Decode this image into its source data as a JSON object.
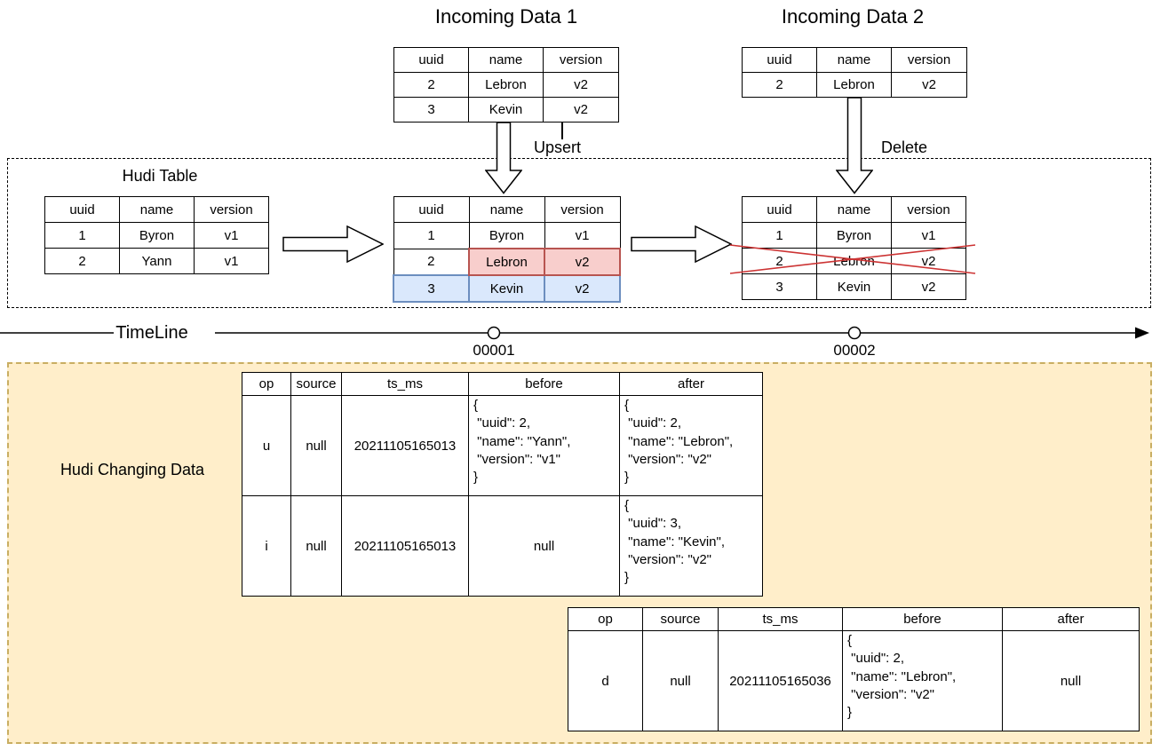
{
  "colors": {
    "pink": "#f8cecc",
    "pinkBorder": "#b85450",
    "blue": "#dae8fc",
    "blueBorder": "#6c8ebf",
    "cross": "#cc3333",
    "panelFill": "#ffeeca",
    "panelBorder": "#c9ae62"
  },
  "titles": {
    "incoming1": "Incoming Data 1",
    "incoming2": "Incoming Data 2",
    "hudiTable": "Hudi Table",
    "timeline": "TimeLine",
    "changingData": "Hudi Changing Data"
  },
  "labels": {
    "upsert": "Upsert",
    "delete": "Delete",
    "commit1": "00001",
    "commit2": "00002"
  },
  "schema": [
    "uuid",
    "name",
    "version"
  ],
  "tables": {
    "incoming1": {
      "rows": [
        [
          "2",
          "Lebron",
          "v2"
        ],
        [
          "3",
          "Kevin",
          "v2"
        ]
      ]
    },
    "incoming2": {
      "rows": [
        [
          "2",
          "Lebron",
          "v2"
        ]
      ]
    },
    "hudiBefore": {
      "rows": [
        [
          "1",
          "Byron",
          "v1"
        ],
        [
          "2",
          "Yann",
          "v1"
        ]
      ]
    },
    "hudiAfterUpsert": {
      "rows": [
        [
          "1",
          "Byron",
          "v1"
        ],
        [
          "2",
          "Lebron",
          "v2"
        ],
        [
          "3",
          "Kevin",
          "v2"
        ]
      ]
    },
    "hudiAfterDelete": {
      "rows": [
        [
          "1",
          "Byron",
          "v1"
        ],
        [
          "2",
          "Lebron",
          "v2"
        ],
        [
          "3",
          "Kevin",
          "v2"
        ]
      ]
    }
  },
  "cdc": {
    "headers": [
      "op",
      "source",
      "ts_ms",
      "before",
      "after"
    ],
    "table1": {
      "rows": [
        {
          "op": "u",
          "source": "null",
          "ts_ms": "20211105165013",
          "before": "{\n \"uuid\": 2,\n \"name\": \"Yann\",\n \"version\": \"v1\"\n}",
          "after": "{\n \"uuid\": 2,\n \"name\": \"Lebron\",\n \"version\": \"v2\"\n}"
        },
        {
          "op": "i",
          "source": "null",
          "ts_ms": "20211105165013",
          "before": "null",
          "after": "{\n \"uuid\": 3,\n \"name\": \"Kevin\",\n \"version\": \"v2\"\n}"
        }
      ]
    },
    "table2": {
      "rows": [
        {
          "op": "d",
          "source": "null",
          "ts_ms": "20211105165036",
          "before": "{\n \"uuid\": 2,\n \"name\": \"Lebron\",\n \"version\": \"v2\"\n}",
          "after": "null"
        }
      ]
    }
  }
}
